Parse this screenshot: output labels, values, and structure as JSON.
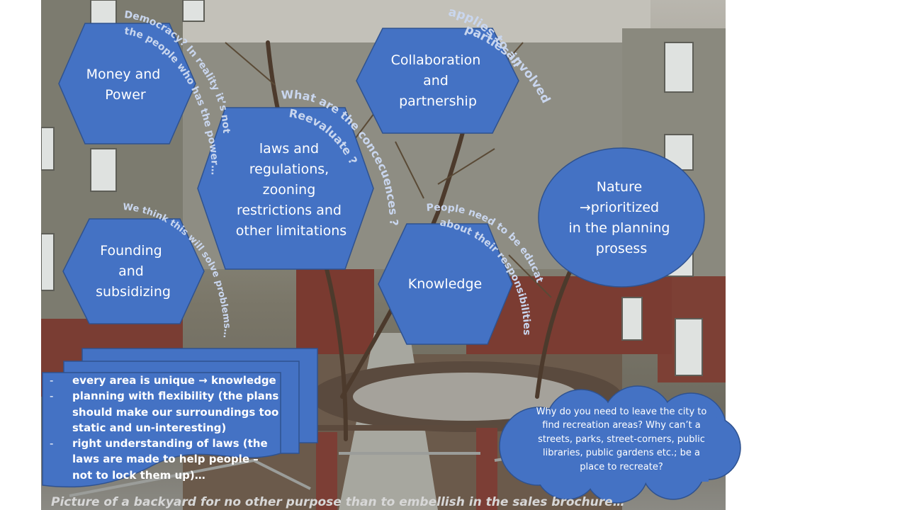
{
  "shapes": {
    "money_power": [
      "Money and",
      "Power"
    ],
    "collaboration": [
      "Collaboration",
      "and",
      "partnership"
    ],
    "laws": [
      "laws and",
      "regulations,",
      "zooning",
      "restrictions and",
      "other limitations"
    ],
    "founding": [
      "Founding",
      "and",
      "subsidizing"
    ],
    "knowledge": [
      "Knowledge"
    ],
    "nature": [
      "Nature",
      "→prioritized",
      "in the planning",
      "prosess"
    ]
  },
  "arc_texts": {
    "democracy": [
      "Democracy? In reality it’s not",
      "the people who has the power…"
    ],
    "applies": [
      "applies to all",
      "parties involved"
    ],
    "consequences": [
      "What are the concecuences ?",
      "Reevaluate ?"
    ],
    "solve": "We think this will solve problems…",
    "educated": [
      "People need to be educated",
      "about their responsibilities"
    ]
  },
  "notes": [
    "every area is unique → knowledge",
    "planning with flexibility (the plans should make our surroundings too static and un-interesting)",
    "right understanding of laws (the laws are made to help people – not to lock them up)…"
  ],
  "cloud": "Why do you need to leave the city to find recreation areas? Why can’t a streets, parks, street-corners, public libraries, public gardens etc.; be a place to recreate?",
  "caption": "Picture of a backyard for no other purpose than to embellish in the sales brochure…",
  "colors": {
    "shape_fill": "#4472c4",
    "shape_stroke": "#2f528f",
    "arc_text": "#c9d6ee"
  }
}
